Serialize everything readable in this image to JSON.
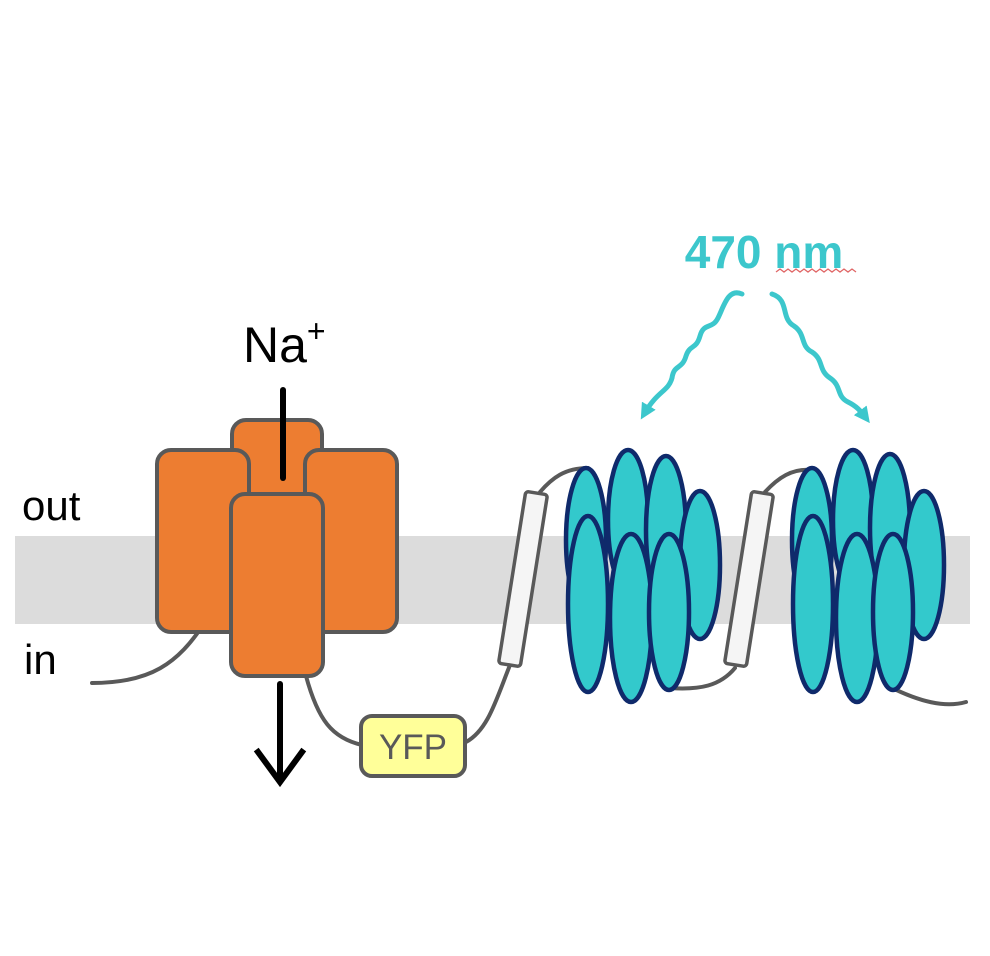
{
  "labels": {
    "ion": "Na",
    "ion_charge": "+",
    "outside": "out",
    "inside": "in",
    "fluorescent_tag": "YFP",
    "wavelength": "470 nm"
  },
  "colors": {
    "membrane": "#dcdcdc",
    "channel_fill": "#ed7d31",
    "channel_stroke": "#595959",
    "opsin_fill": "#33c9cc",
    "opsin_stroke": "#0f2a6b",
    "light": "#3cc7cc",
    "tag_fill": "#ffff99",
    "linker": "#595959",
    "arrow": "#000000",
    "text": "#000000"
  }
}
